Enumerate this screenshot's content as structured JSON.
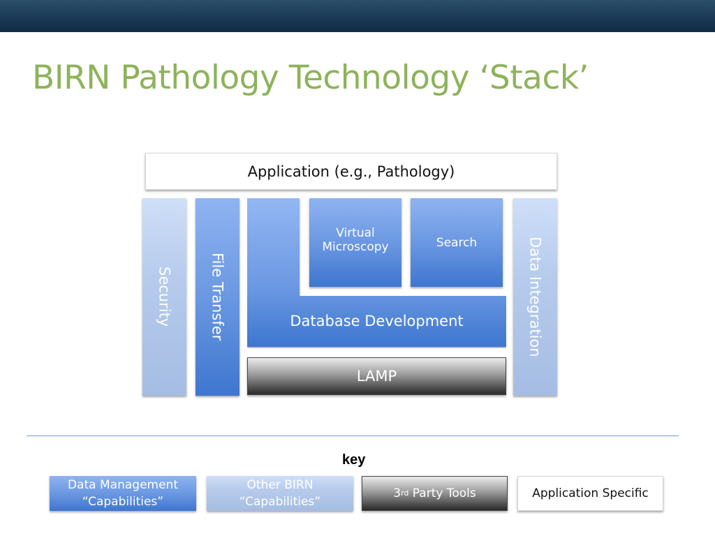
{
  "title": "BIRN Pathology Technology ‘Stack’",
  "diagram": {
    "application": "Application (e.g., Pathology)",
    "security": "Security",
    "file_transfer": "File Transfer",
    "virtual_microscopy_line1": "Virtual",
    "virtual_microscopy_line2": "Microscopy",
    "search": "Search",
    "database_development": "Database Development",
    "lamp": "LAMP",
    "data_integration": "Data Integration"
  },
  "key": {
    "label": "key",
    "data_management_line1": "Data Management",
    "data_management_line2": "“Capabilities”",
    "other_birn_line1": "Other BIRN",
    "other_birn_line2": "“Capabilities”",
    "third_party_prefix": "3",
    "third_party_sup": "rd",
    "third_party_suffix": " Party Tools",
    "application_specific": "Application Specific"
  },
  "colors": {
    "title": "#8db35a",
    "header_bar": "#1a3a55",
    "data_management": "#4a80d6",
    "other_birn": "#b6cbec",
    "third_party": "#555555"
  }
}
